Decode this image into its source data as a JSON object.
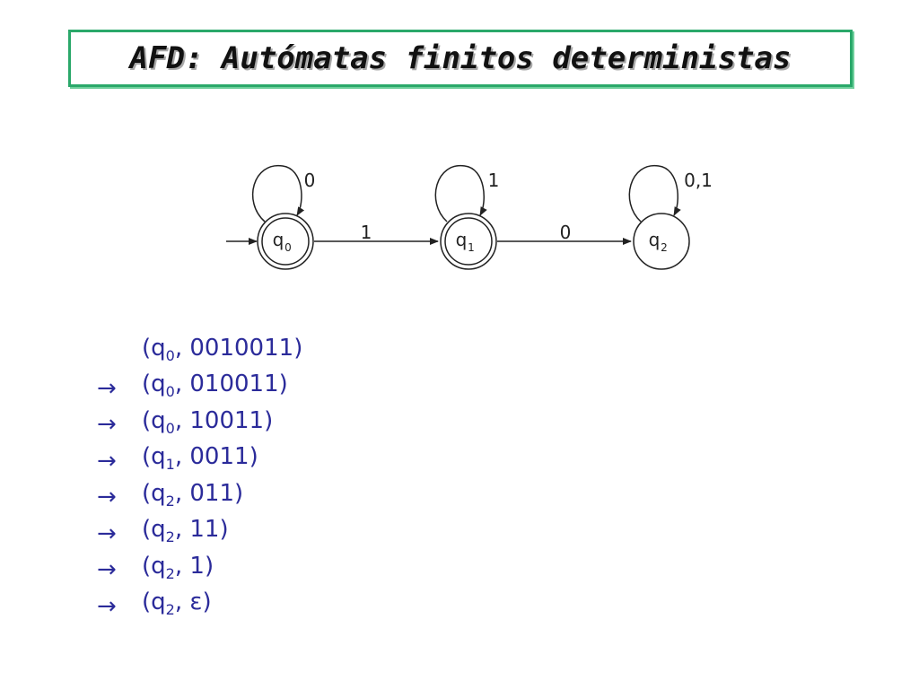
{
  "title": "AFD: Autómatas finitos deterministas",
  "automaton": {
    "states": [
      {
        "id": "q0",
        "base": "q",
        "sub": "0",
        "accepting": true,
        "initial": true
      },
      {
        "id": "q1",
        "base": "q",
        "sub": "1",
        "accepting": true,
        "initial": false
      },
      {
        "id": "q2",
        "base": "q",
        "sub": "2",
        "accepting": false,
        "initial": false
      }
    ],
    "transitions": [
      {
        "from": "q0",
        "to": "q0",
        "label": "0"
      },
      {
        "from": "q0",
        "to": "q1",
        "label": "1"
      },
      {
        "from": "q1",
        "to": "q1",
        "label": "1"
      },
      {
        "from": "q1",
        "to": "q2",
        "label": "0"
      },
      {
        "from": "q2",
        "to": "q2",
        "label": "0,1"
      }
    ]
  },
  "trace": {
    "arrow": "→",
    "steps": [
      {
        "state_base": "q",
        "state_sub": "0",
        "input": "0010011"
      },
      {
        "state_base": "q",
        "state_sub": "0",
        "input": "010011"
      },
      {
        "state_base": "q",
        "state_sub": "0",
        "input": "10011"
      },
      {
        "state_base": "q",
        "state_sub": "1",
        "input": "0011"
      },
      {
        "state_base": "q",
        "state_sub": "2",
        "input": "011"
      },
      {
        "state_base": "q",
        "state_sub": "2",
        "input": "11"
      },
      {
        "state_base": "q",
        "state_sub": "2",
        "input": "1"
      },
      {
        "state_base": "q",
        "state_sub": "2",
        "input": "ε"
      }
    ]
  }
}
